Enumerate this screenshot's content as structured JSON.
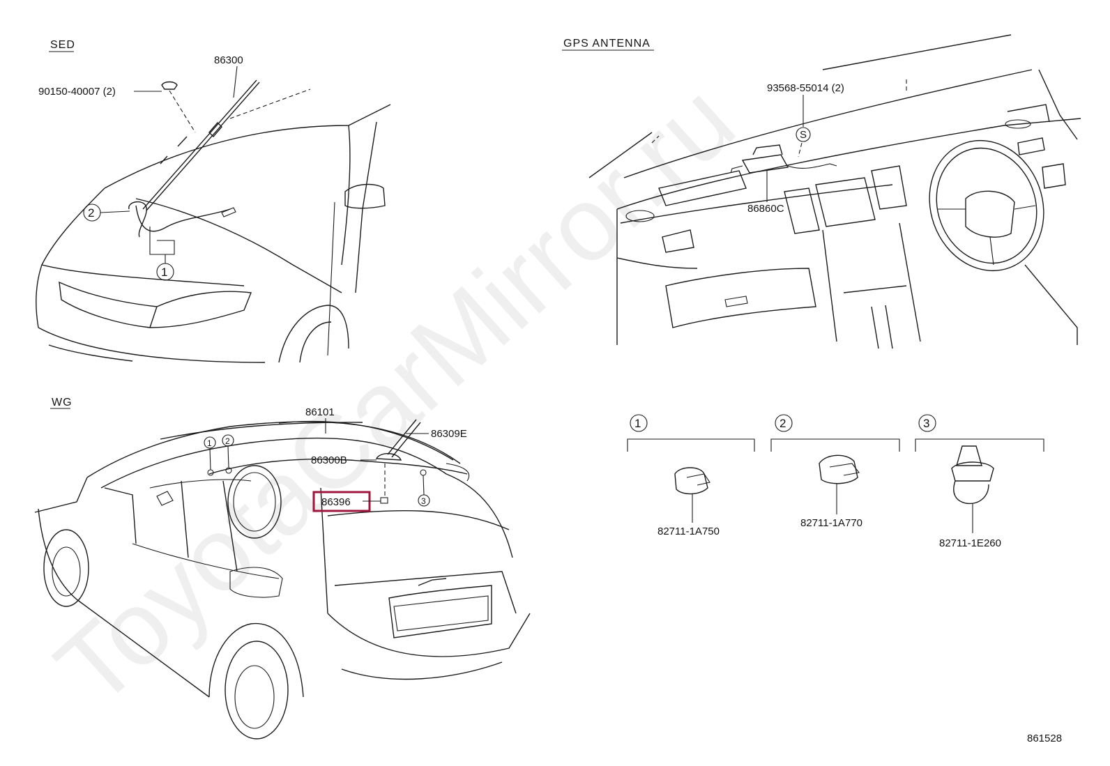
{
  "sections": {
    "sed": "SED",
    "gps": "GPS ANTENNA",
    "wg": "WG"
  },
  "callouts": {
    "c1": "1",
    "c2": "2",
    "c3": "3",
    "s": "S"
  },
  "parts": {
    "p86300": "86300",
    "p90150": "90150-40007 (2)",
    "p93568": "93568-55014 (2)",
    "p86860c": "86860C",
    "p86101": "86101",
    "p86309e": "86309E",
    "p86300b": "86300B",
    "p86396": "86396",
    "p82711_1a750": "82711-1A750",
    "p82711_1a770": "82711-1A770",
    "p82711_1e260": "82711-1E260"
  },
  "diagram_id": "861528",
  "watermark": "ToyotaCarMirror.ru",
  "colors": {
    "highlight": "#a0153e",
    "ink": "#1a1a1a"
  }
}
